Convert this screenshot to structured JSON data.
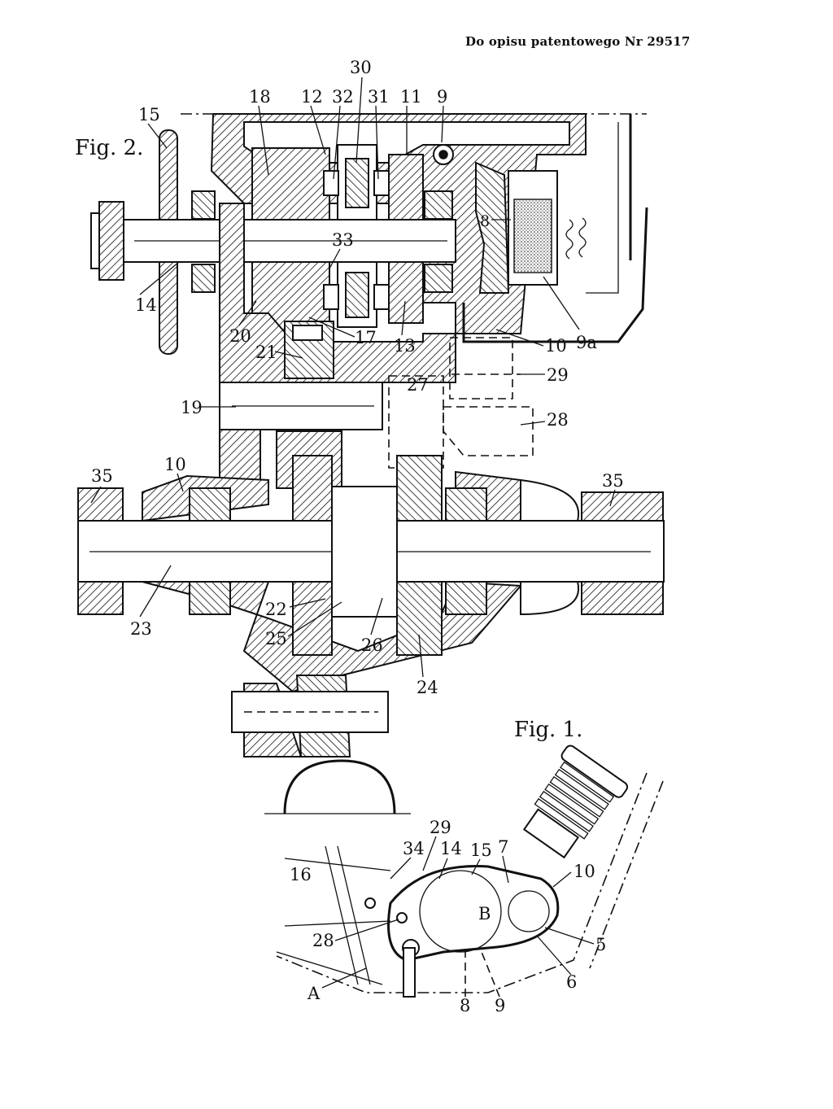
{
  "header": {
    "text": "Do opisu patentowego Nr 29517"
  },
  "figures": {
    "fig2": {
      "label": "Fig. 2.",
      "callouts": [
        "30",
        "18",
        "12",
        "32",
        "31",
        "11",
        "9",
        "15",
        "8",
        "33",
        "14",
        "20",
        "17",
        "13",
        "10",
        "9a",
        "21",
        "29",
        "27",
        "19",
        "28",
        "10",
        "35",
        "35",
        "22",
        "23",
        "25",
        "26",
        "24"
      ]
    },
    "fig1": {
      "label": "Fig. 1.",
      "callouts": [
        "29",
        "34",
        "14",
        "15",
        "7",
        "16",
        "10",
        "B",
        "28",
        "5",
        "A",
        "6",
        "8",
        "9"
      ]
    }
  }
}
